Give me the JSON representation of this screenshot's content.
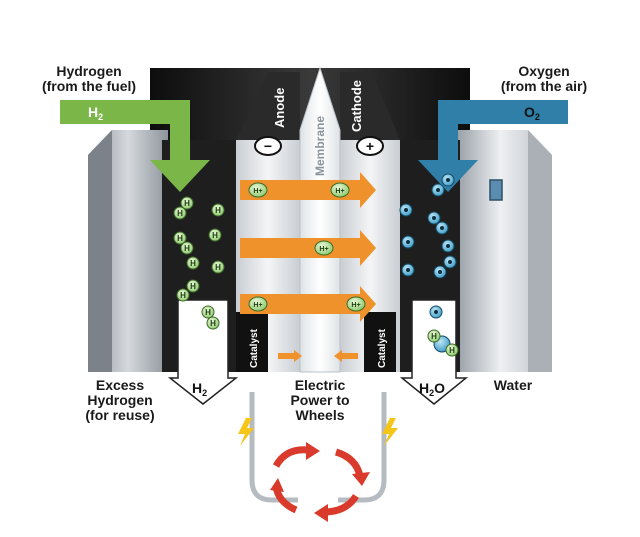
{
  "labels": {
    "hydrogen_line1": "Hydrogen",
    "hydrogen_line2": "(from the fuel)",
    "oxygen_line1": "Oxygen",
    "oxygen_line2": "(from the air)",
    "h2_in": "H",
    "h2_in_sub": "2",
    "o2_in": "O",
    "o2_in_sub": "2",
    "anode": "Anode",
    "cathode": "Cathode",
    "membrane": "Membrane",
    "minus": "−",
    "plus": "+",
    "catalyst_left": "Catalyst",
    "catalyst_right": "Catalyst",
    "excess_line1": "Excess",
    "excess_line2": "Hydrogen",
    "excess_line3": "(for reuse)",
    "h2_out": "H",
    "h2_out_sub": "2",
    "electric_line1": "Electric",
    "electric_line2": "Power to",
    "electric_line3": "Wheels",
    "h2o_out_h": "H",
    "h2o_out_sub": "2",
    "h2o_out_o": "O",
    "water": "Water",
    "proton": "H+",
    "hydrogen_atom": "H"
  },
  "colors": {
    "hydrogen_arrow": "#7ab648",
    "oxygen_arrow": "#2f7fa8",
    "proton_arrow": "#f0922b",
    "lightning": "#f5c518",
    "cycle": "#d93a2b",
    "dark_plate": "#1e1e1e"
  }
}
